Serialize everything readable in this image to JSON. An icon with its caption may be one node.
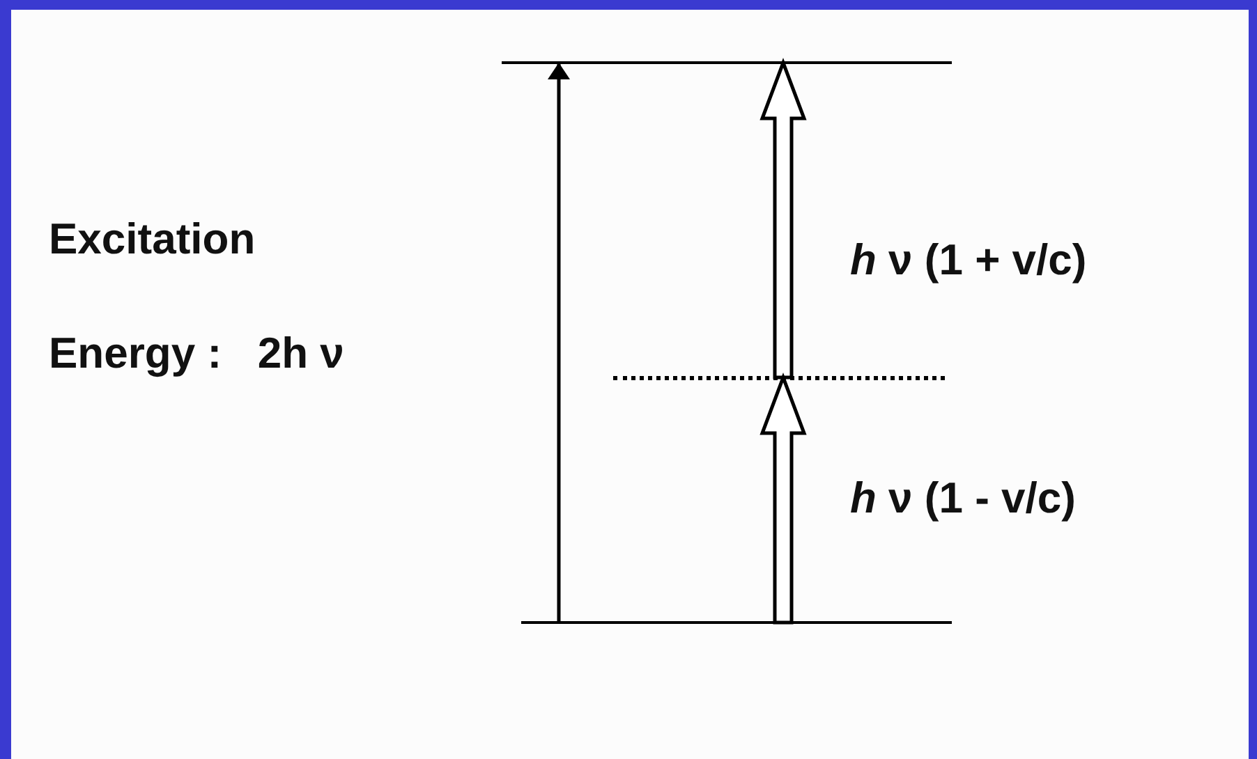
{
  "diagram": {
    "nodes": [
      {
        "text": [],
        "shape": "bar"
      },
      {
        "text": [],
        "shape": "bar"
      },
      {
        "text": [],
        "shape": "bar"
      }
    ],
    "edges": [
      {
        "from": 2,
        "to": 0,
        "arrow": "to"
      },
      {
        "from": 1,
        "to": 0,
        "arrow": "to",
        "style": "thick",
        "label": "*h* ν (1 + v/c)"
      },
      {
        "from": 2,
        "to": 1,
        "arrow": "to",
        "style": "thick",
        "label": "*h* ν (1 - v/c)"
      }
    ],
    "labels": [
      "Excitation",
      "Energy :   2h ν"
    ]
  }
}
